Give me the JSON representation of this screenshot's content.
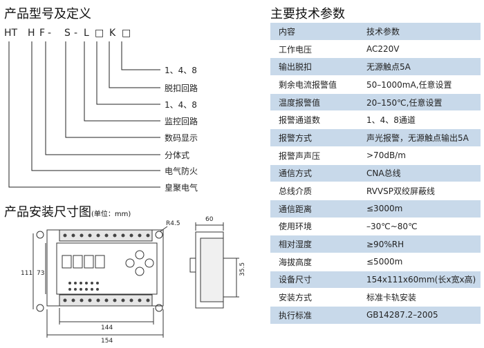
{
  "left": {
    "model_title": "产品型号及定义",
    "code": {
      "p1": "HT",
      "p2": "H",
      "p3": "F",
      "p4": "-",
      "p5": "S",
      "p6": "-",
      "p7": "L",
      "p8": "□",
      "p9": "K",
      "p10": "□"
    },
    "definitions": [
      "1、4、8",
      "脱扣回路",
      "1、4、8",
      "监控回路",
      "数码显示",
      "分体式",
      "电气防火",
      "皇聚电气"
    ],
    "install_title": "产品安装尺寸图",
    "install_unit": "(单位：mm)",
    "dims": {
      "r": "R4.5",
      "h_outer": "111",
      "h_inner": "73",
      "w_inner": "144",
      "w_outer": "154",
      "depth": "60",
      "rail": "35.5"
    }
  },
  "right": {
    "title": "主要技术参数",
    "rows": [
      {
        "k": "内容",
        "v": "技术参数"
      },
      {
        "k": "工作电压",
        "v": "AC220V"
      },
      {
        "k": "输出脱扣",
        "v": "无源触点5A"
      },
      {
        "k": "剩余电流报警值",
        "v": "50–1000mA,任意设置"
      },
      {
        "k": "温度报警值",
        "v": "20–150℃,任意设置"
      },
      {
        "k": "报警通道数",
        "v": "1、4、8通道"
      },
      {
        "k": "报警方式",
        "v": "声光报警，无源触点输出5A"
      },
      {
        "k": "报警声声压",
        "v": ">70dB/m"
      },
      {
        "k": "通信方式",
        "v": "CNA总线"
      },
      {
        "k": "总线介质",
        "v": "RVVSP双绞屏蔽线"
      },
      {
        "k": "通信距离",
        "v": "≤3000m"
      },
      {
        "k": "使用环境",
        "v": "–30℃~80℃"
      },
      {
        "k": "相对湿度",
        "v": "≥90%RH"
      },
      {
        "k": "海拔高度",
        "v": "≤5000m"
      },
      {
        "k": "设备尺寸",
        "v": "154x111x60mm(长x宽x高)"
      },
      {
        "k": "安装方式",
        "v": "标准卡轨安装"
      },
      {
        "k": "执行标准",
        "v": "GB14287.2–2005"
      }
    ]
  }
}
